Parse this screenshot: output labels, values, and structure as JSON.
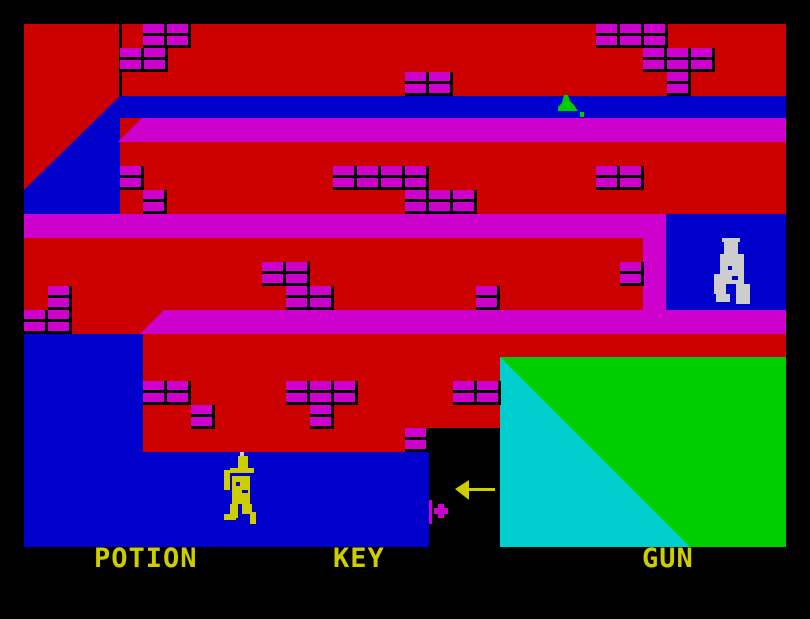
{
  "inventory": {
    "slot1": "POTION",
    "slot2": "KEY",
    "slot3": "GUN"
  },
  "colors": {
    "red": "#cd0000",
    "blue": "#0000cd",
    "magenta": "#cd00cd",
    "green": "#00cd00",
    "cyan": "#00cdcd",
    "yellow": "#cdcd00",
    "white": "#cdcdcd"
  }
}
